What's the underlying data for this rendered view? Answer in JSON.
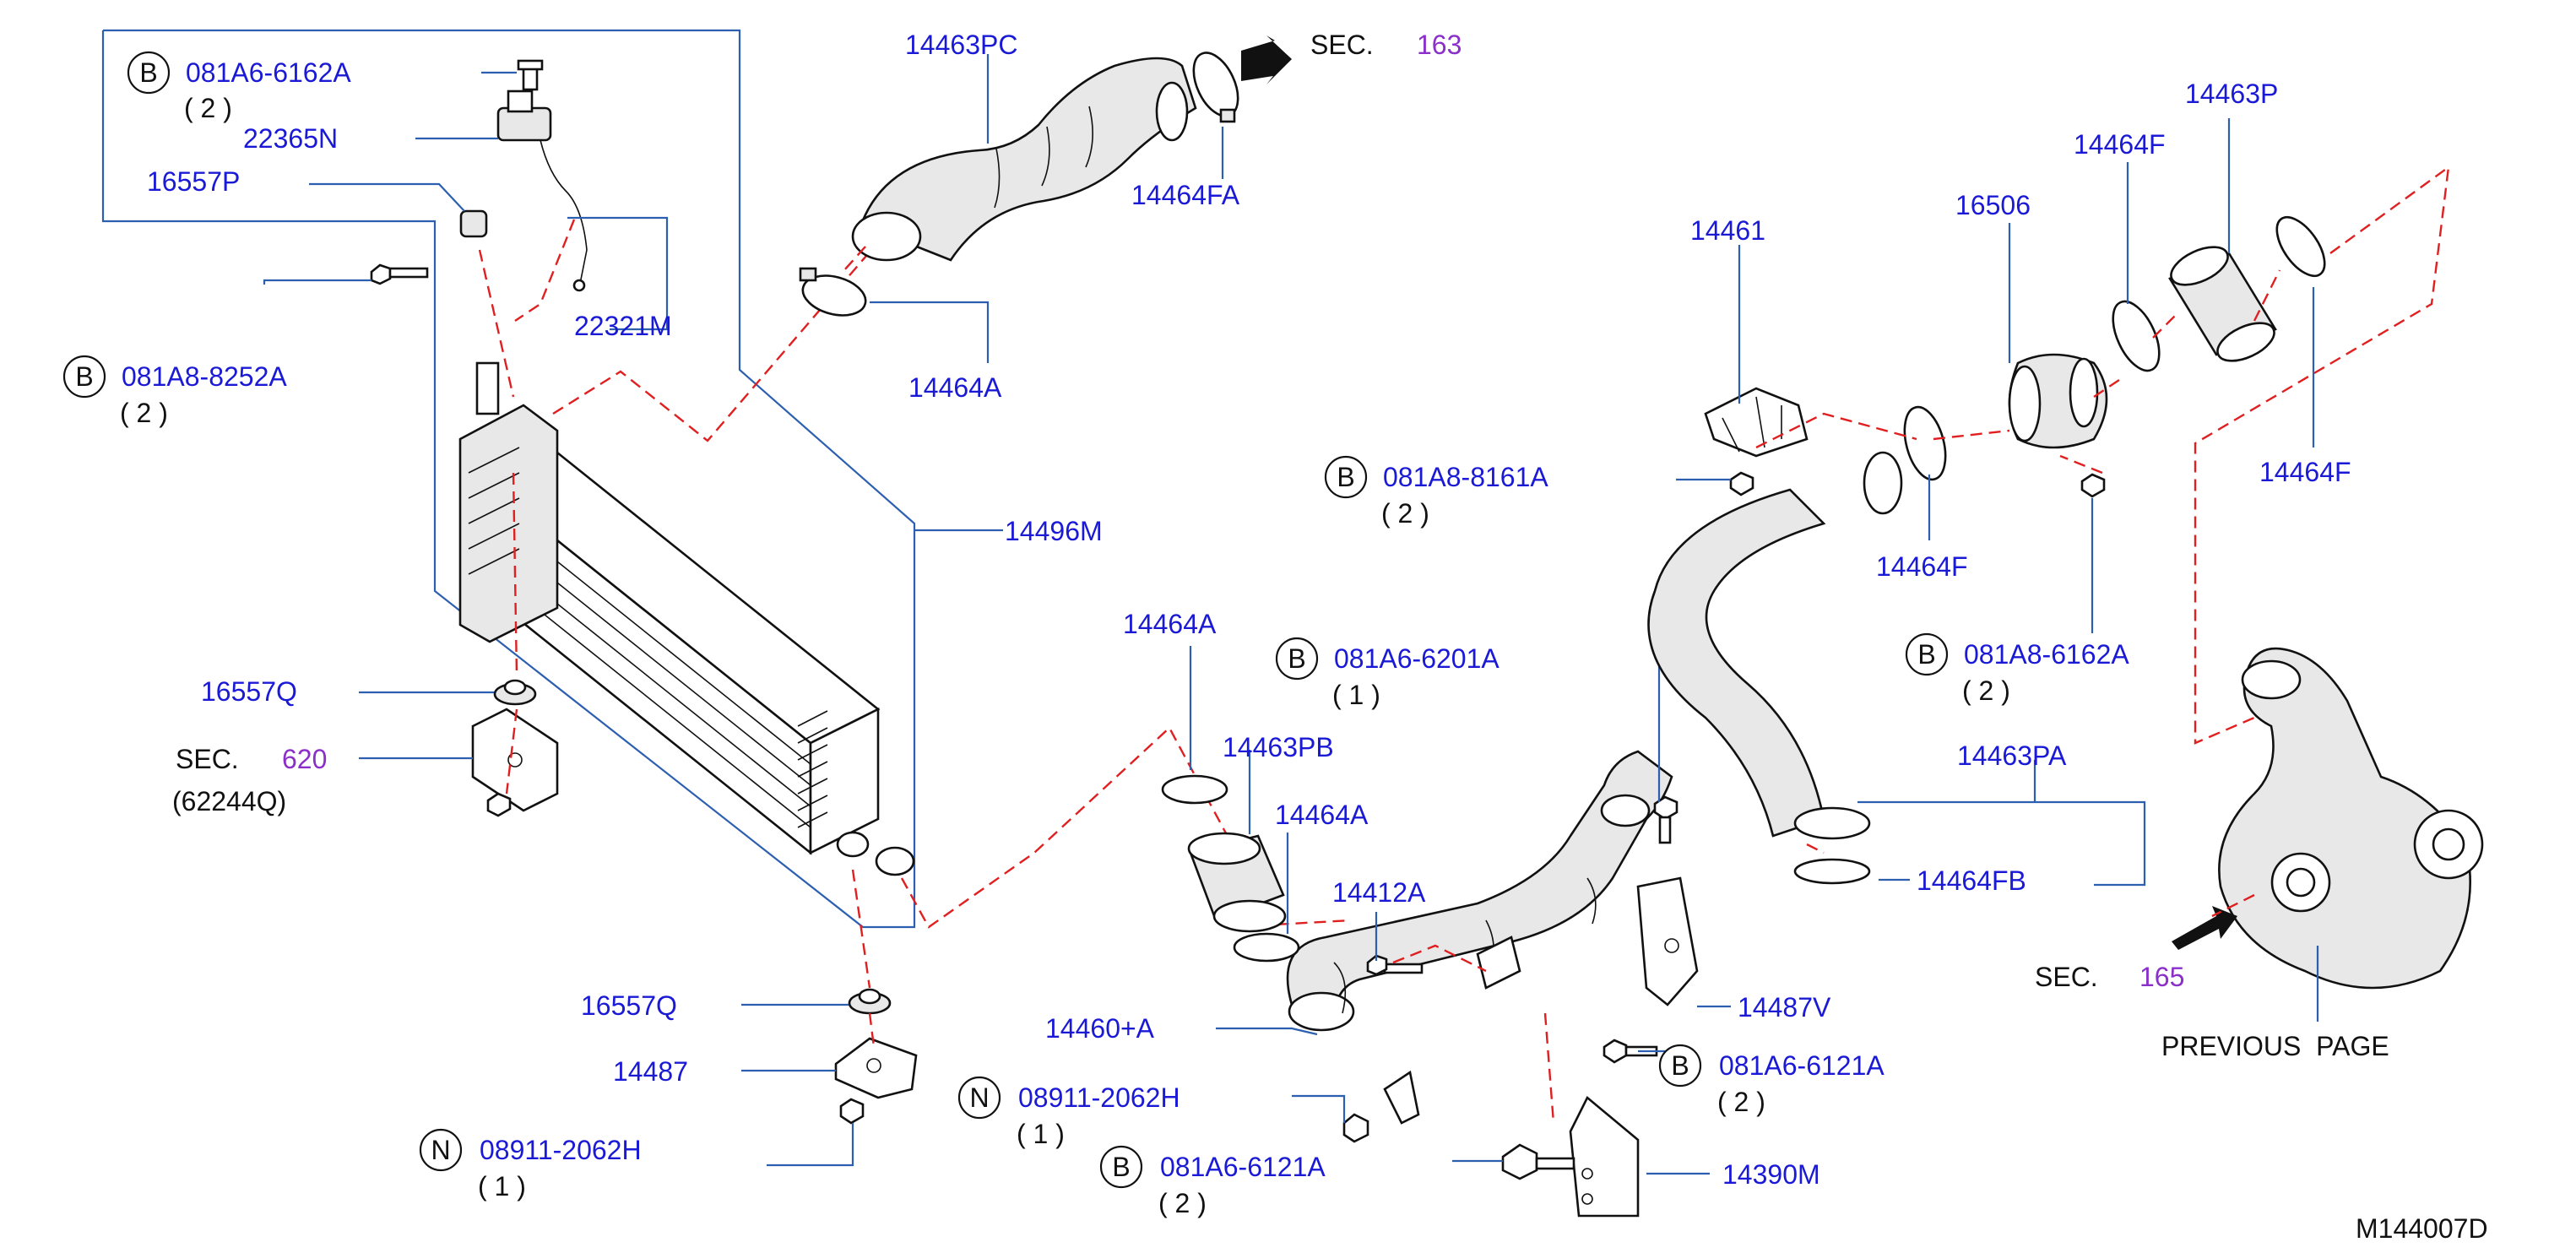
{
  "labels": {
    "b_081a6_6162a_top": "081A6-6162A",
    "qty_2_a": "( 2 )",
    "p22365n": "22365N",
    "p16557p": "16557P",
    "b_081a8_8252a": "081A8-8252A",
    "qty_2_b": "( 2 )",
    "p22321m": "22321M",
    "p14463pc": "14463PC",
    "sec": "SEC.",
    "sec_163": "163",
    "p14464fa": "14464FA",
    "p14464a_top": "14464A",
    "p14496m": "14496M",
    "p16557q_upper": "16557Q",
    "sec_620": "620",
    "p62244q": "(62244Q)",
    "p16557q_lower": "16557Q",
    "p14487": "14487",
    "n_08911_left": "08911-2062H",
    "qty_1_left": "( 1 )",
    "p14464a_mid": "14464A",
    "p14463pb": "14463PB",
    "p14464a_mid2": "14464A",
    "b_081a6_6201a": "081A6-6201A",
    "qty_1_b": "( 1 )",
    "p14412a": "14412A",
    "p14460a": "14460+A",
    "n_08911_mid": "08911-2062H",
    "qty_1_mid": "( 1 )",
    "b_081a6_6121a_bottom": "081A6-6121A",
    "qty_2_c": "( 2 )",
    "p14390m": "14390M",
    "b_081a6_6121a_right": "081A6-6121A",
    "qty_2_d": "( 2 )",
    "p14487v": "14487V",
    "p14461": "14461",
    "b_081a8_8161a": "081A8-8161A",
    "qty_2_e": "( 2 )",
    "p16506": "16506",
    "p14464f_top": "14464F",
    "p14463p": "14463P",
    "p14464f_right": "14464F",
    "p14464f_mid": "14464F",
    "b_081a8_6162a": "081A8-6162A",
    "qty_2_f": "( 2 )",
    "p14463pa": "14463PA",
    "p14464fb": "14464FB",
    "sec_165": "165",
    "previous_page": "PREVIOUS  PAGE",
    "diagram_code": "M144007D"
  },
  "markers": {
    "b": "B",
    "n": "N"
  },
  "colors": {
    "part_number": "#1a1ad6",
    "section_number": "#8a2fc9",
    "leader_line": "#2c5fb0",
    "dashed_connection": "#e02020",
    "text_black": "#111111"
  }
}
